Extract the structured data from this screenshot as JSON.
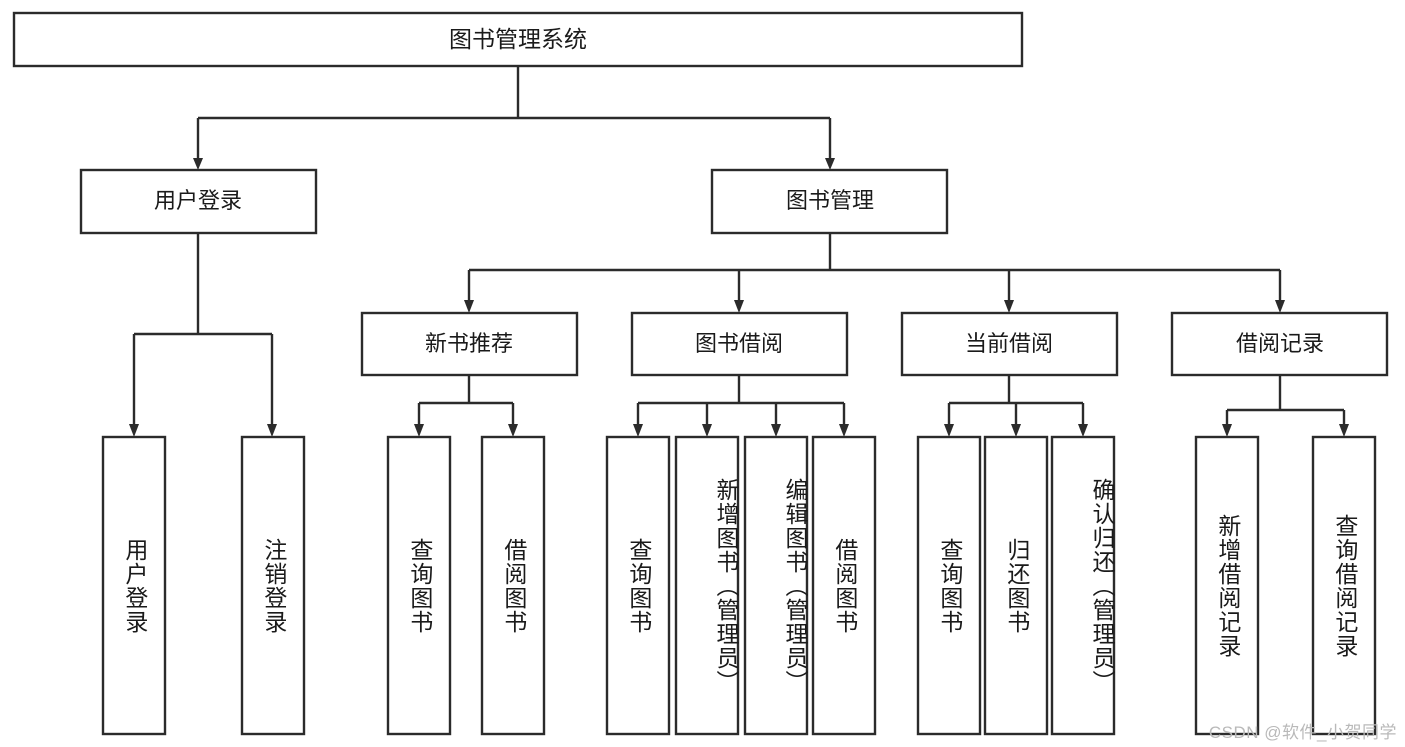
{
  "diagram": {
    "type": "hierarchy-tree",
    "title": "图书管理系统",
    "watermark": "CSDN @软件_小贺同学",
    "colors": {
      "stroke": "#2b2b2b",
      "fill": "#ffffff",
      "text": "#1a1a1a",
      "watermark": "#b9b9b9"
    },
    "levels": {
      "level1": [
        {
          "id": "root",
          "label": "图书管理系统"
        }
      ],
      "level2": [
        {
          "id": "user-login",
          "label": "用户登录"
        },
        {
          "id": "book-manage",
          "label": "图书管理"
        }
      ],
      "level3": [
        {
          "id": "new-book-rec",
          "label": "新书推荐"
        },
        {
          "id": "book-borrow",
          "label": "图书借阅"
        },
        {
          "id": "current-borrow",
          "label": "当前借阅"
        },
        {
          "id": "borrow-record",
          "label": "借阅记录"
        }
      ],
      "level4": [
        {
          "id": "leaf-user-login",
          "parent": "user-login",
          "label": "用户登录"
        },
        {
          "id": "leaf-logout",
          "parent": "user-login",
          "label": "注销登录"
        },
        {
          "id": "leaf-query-book-1",
          "parent": "new-book-rec",
          "label": "查询图书"
        },
        {
          "id": "leaf-borrow-book-1",
          "parent": "new-book-rec",
          "label": "借阅图书"
        },
        {
          "id": "leaf-query-book-2",
          "parent": "book-borrow",
          "label": "查询图书"
        },
        {
          "id": "leaf-add-book",
          "parent": "book-borrow",
          "label": "新增图书（管理员）"
        },
        {
          "id": "leaf-edit-book",
          "parent": "book-borrow",
          "label": "编辑图书（管理员）"
        },
        {
          "id": "leaf-borrow-book-2",
          "parent": "book-borrow",
          "label": "借阅图书"
        },
        {
          "id": "leaf-query-book-3",
          "parent": "current-borrow",
          "label": "查询图书"
        },
        {
          "id": "leaf-return-book",
          "parent": "current-borrow",
          "label": "归还图书"
        },
        {
          "id": "leaf-confirm-return",
          "parent": "current-borrow",
          "label": "确认归还（管理员）"
        },
        {
          "id": "leaf-add-record",
          "parent": "borrow-record",
          "label": "新增借阅记录"
        },
        {
          "id": "leaf-query-record",
          "parent": "borrow-record",
          "label": "查询借阅记录"
        }
      ]
    }
  }
}
